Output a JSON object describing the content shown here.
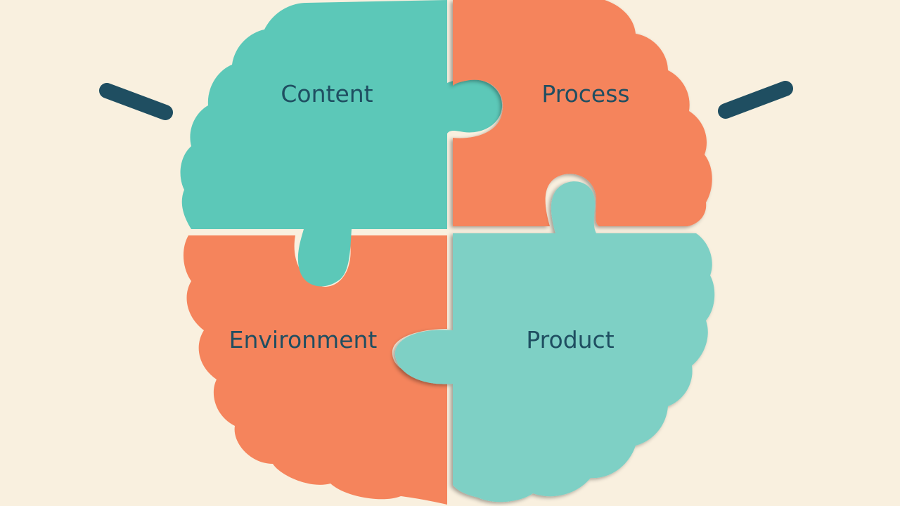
{
  "pieces": [
    {
      "id": "content",
      "label": "Content",
      "color": "#5cc8b8"
    },
    {
      "id": "process",
      "label": "Process",
      "color": "#f5845c"
    },
    {
      "id": "environment",
      "label": "Environment",
      "color": "#f5845c"
    },
    {
      "id": "product",
      "label": "Product",
      "color": "#7ed0c5"
    }
  ],
  "colors": {
    "background": "#f9f0df",
    "accent_lines": "#1f4e61",
    "text": "#1f4e61"
  }
}
